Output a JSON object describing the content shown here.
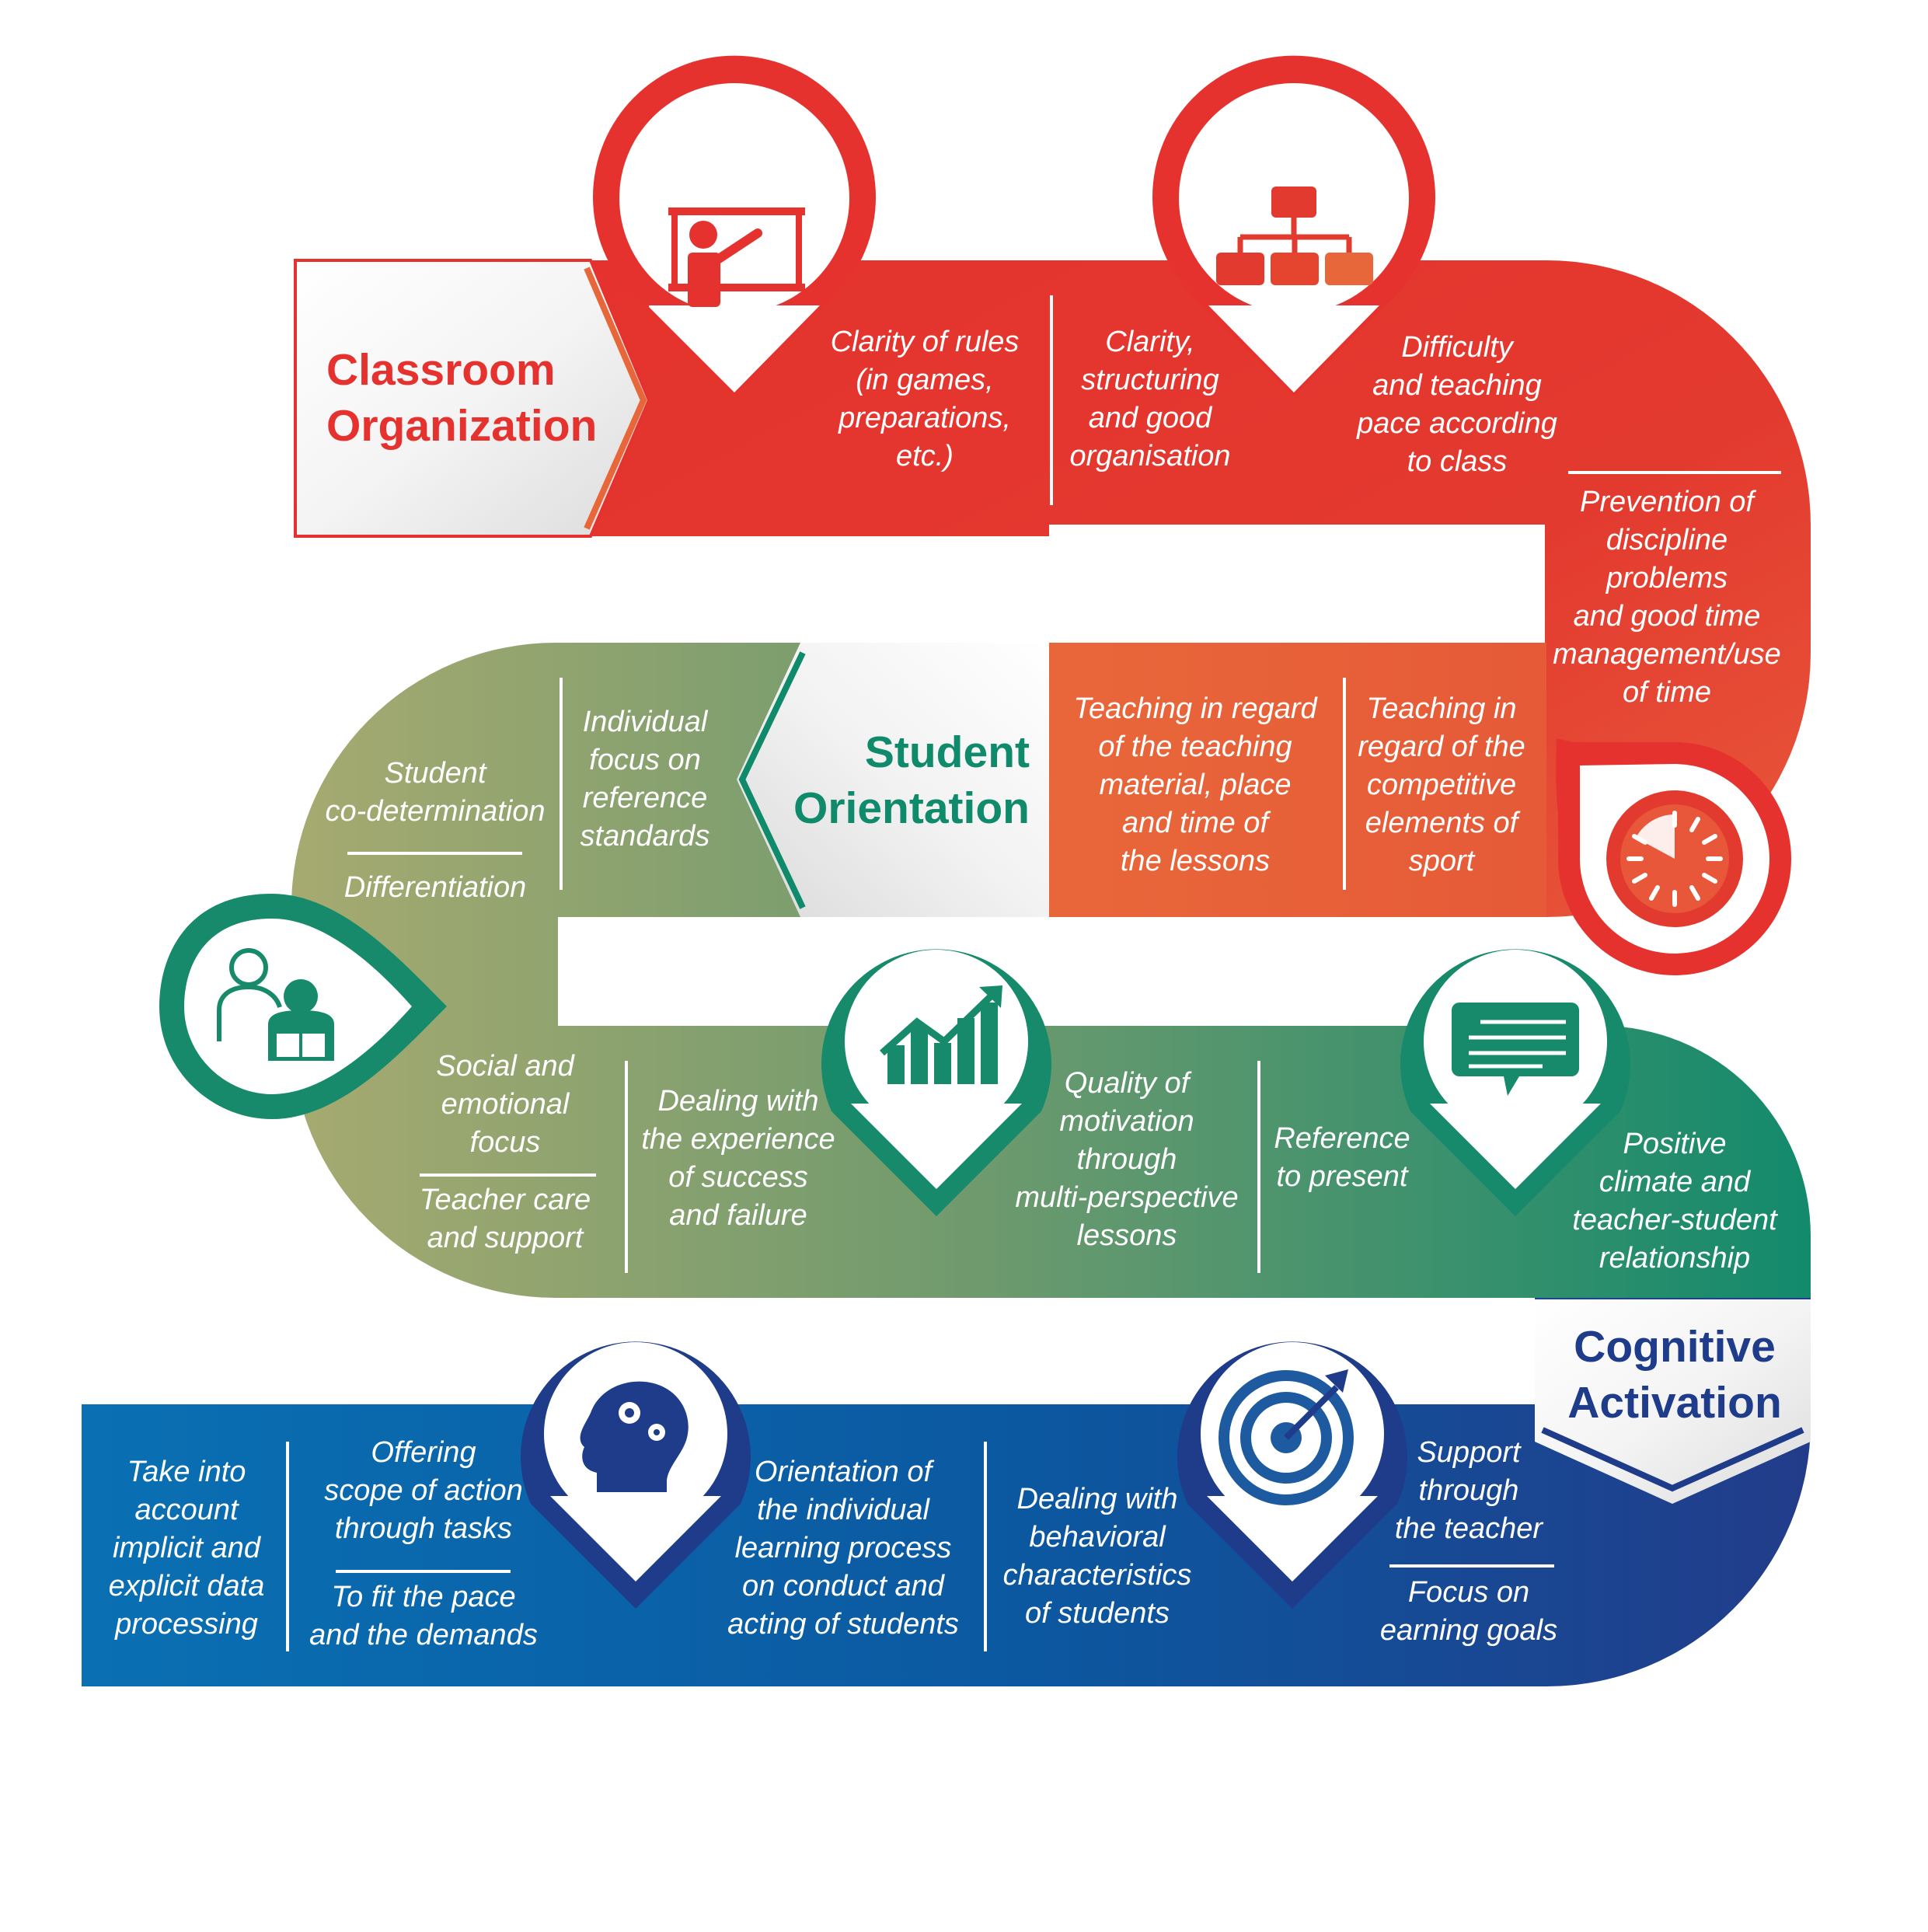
{
  "colors": {
    "classroom": "#e5322e",
    "classroom_dark": "#e23a2e",
    "orange": "#e8673a",
    "student": "#168a6a",
    "student_light": "#a2a86f",
    "cognitive": "#1e3c8a",
    "cognitive_light": "#0a6db0",
    "student_title": "#0f8a6a",
    "cognitive_title": "#1e3c8a"
  },
  "sections": {
    "classroom_organization": {
      "title": "Classroom\nOrganization",
      "items": [
        "Clarity of rules\n(in games,\npreparations,\netc.)",
        "Clarity,\nstructuring\nand good\norganisation",
        "Difficulty\nand teaching\npace according\nto class",
        "Prevention of\ndiscipline\nproblems\nand good time\nmanagement/use\nof time",
        "Teaching in regard\nof the teaching\nmaterial, place\nand time of\nthe lessons",
        "Teaching in\nregard of the\ncompetitive\nelements of\nsport"
      ]
    },
    "student_orientation": {
      "title": "Student\nOrientation",
      "items": [
        "Individual\nfocus on\nreference\nstandards",
        "Student\nco-determination",
        "Differentiation",
        "Social and\nemotional\nfocus",
        "Teacher care\nand support",
        "Dealing with\nthe experience\nof success\nand failure",
        "Quality of\nmotivation\nthrough\nmulti-perspective\nlessons",
        "Reference\nto present",
        "Positive\nclimate and\nteacher-student\nrelationship"
      ]
    },
    "cognitive_activation": {
      "title": "Cognitive\nActivation",
      "items": [
        "Take into\naccount\nimplicit and\nexplicit data\nprocessing",
        "Offering\nscope of action\nthrough tasks",
        "To fit the pace\nand the demands",
        "Orientation of\nthe individual\nlearning process\non conduct and\nacting of students",
        "Dealing with\nbehavioral\ncharacteristics\nof students",
        "Support\nthrough\nthe teacher",
        "Focus on\nearning goals"
      ]
    }
  },
  "icons": [
    "teacher-presentation-icon",
    "hierarchy-icon",
    "stopwatch-icon",
    "teacher-student-icon",
    "growth-chart-icon",
    "speech-bubble-icon",
    "brain-gears-icon",
    "target-icon"
  ]
}
